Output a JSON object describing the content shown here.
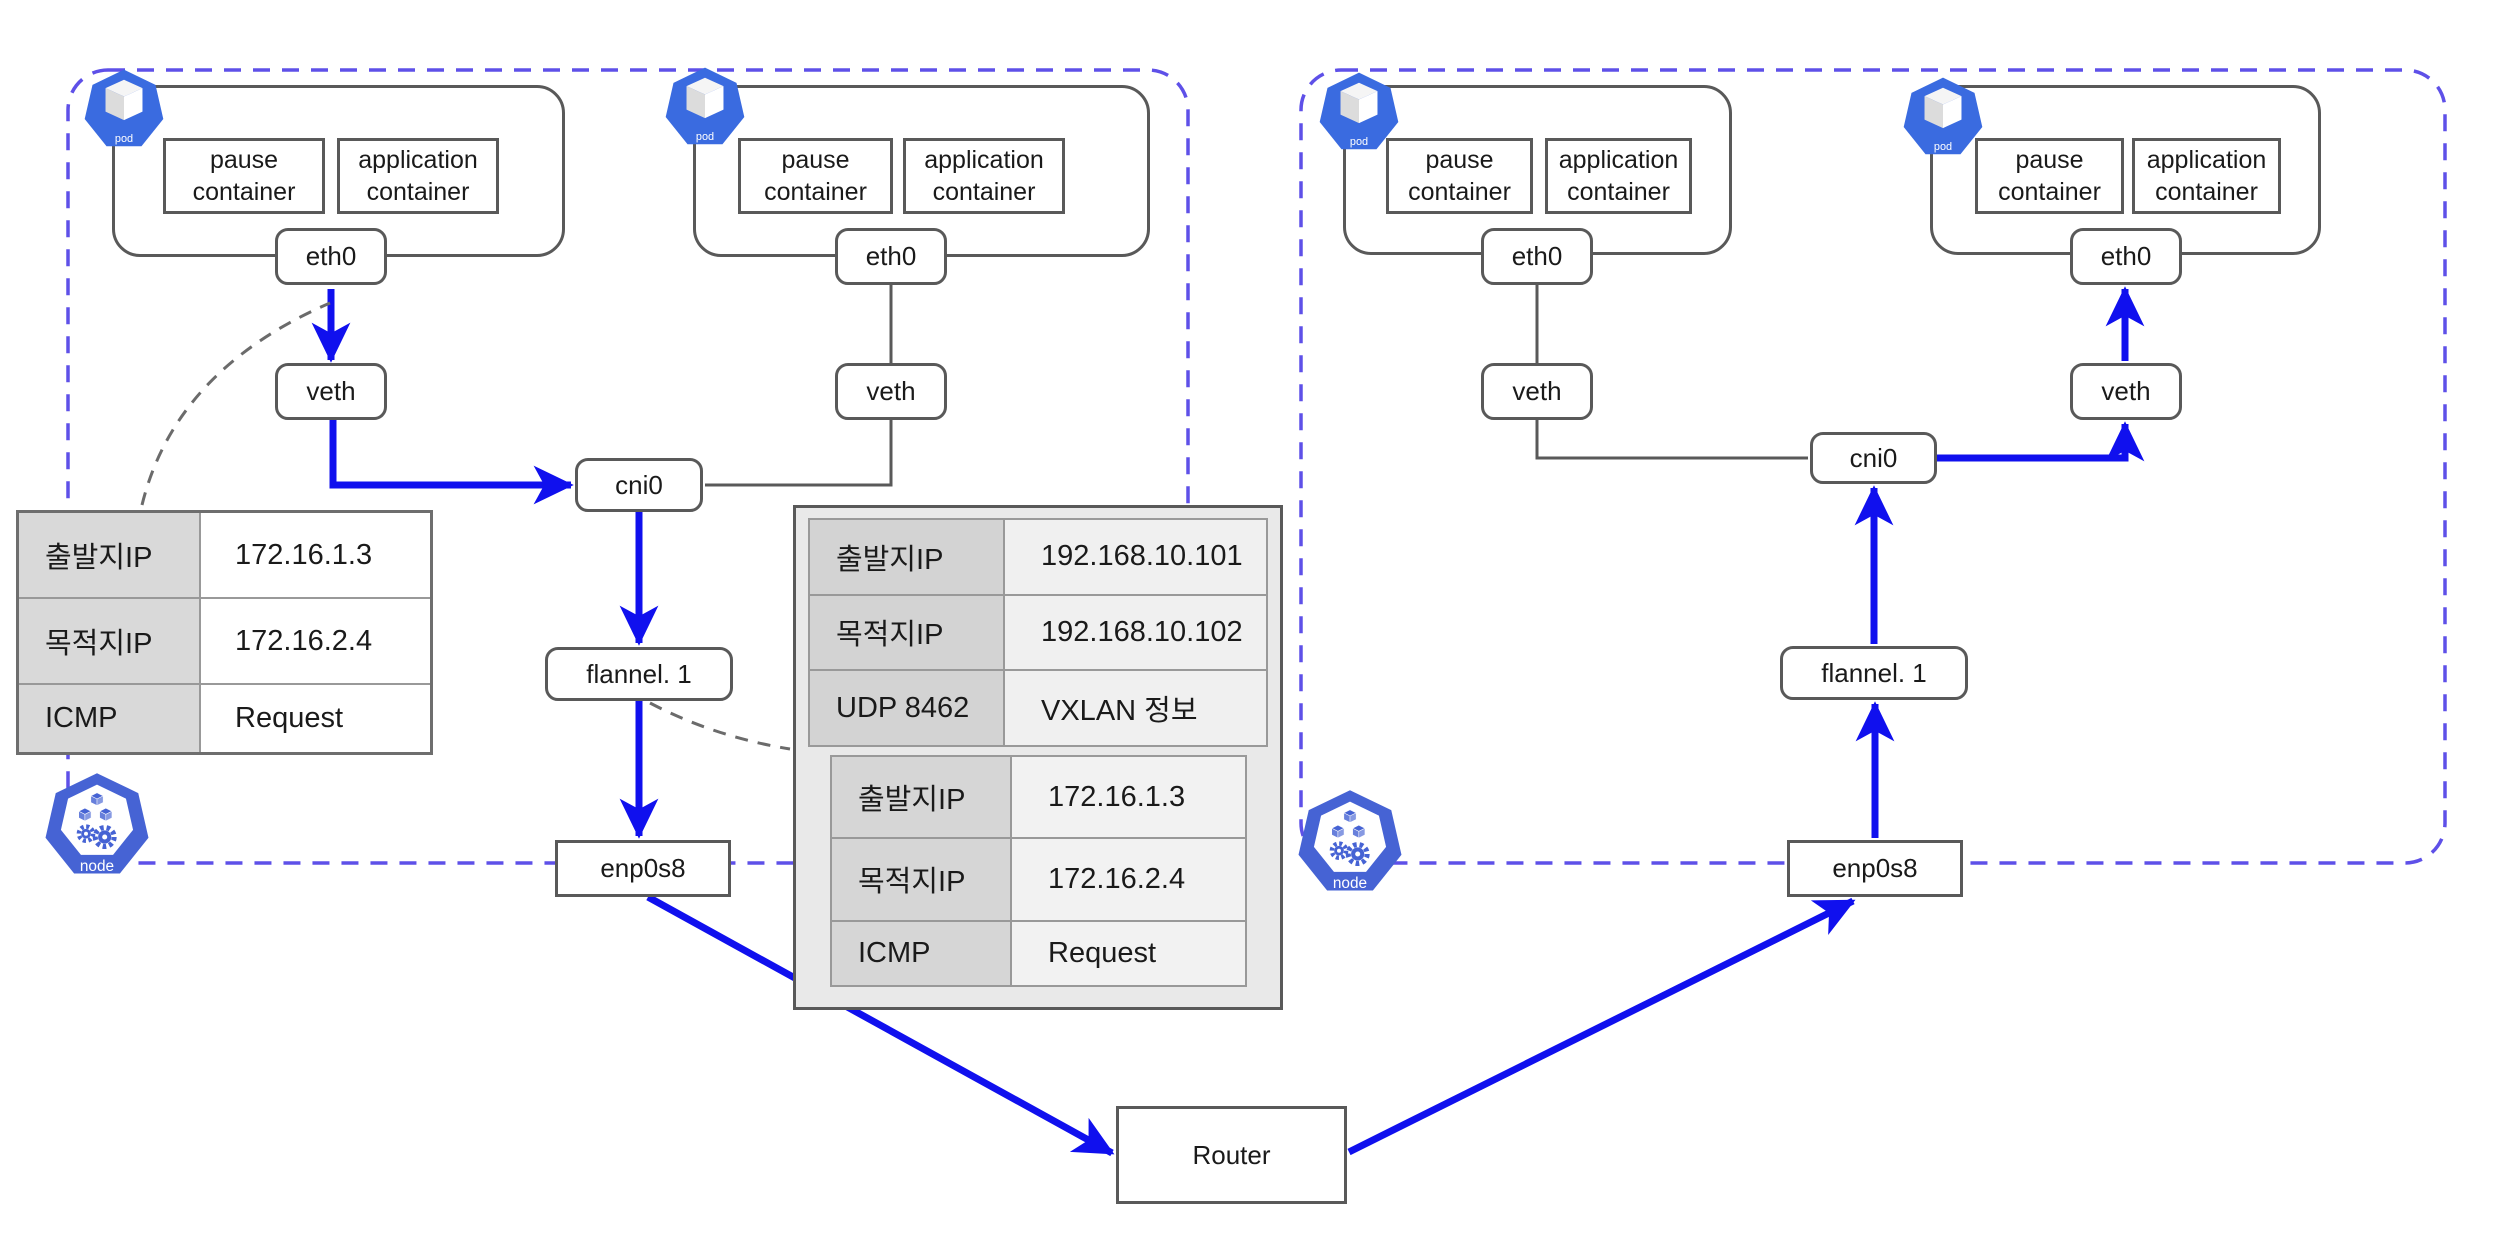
{
  "labels": {
    "pod": "pod",
    "node": "node",
    "pause_container": "pause container",
    "application_container": "application container",
    "eth0": "eth0",
    "veth": "veth",
    "cni0": "cni0",
    "flannel": "flannel. 1",
    "enp0s8": "enp0s8",
    "router": "Router"
  },
  "tables": {
    "pod_packet": {
      "rows": [
        {
          "key": "출발지IP",
          "value": "172.16.1.3"
        },
        {
          "key": "목적지IP",
          "value": "172.16.2.4"
        },
        {
          "key": "ICMP",
          "value": "Request"
        }
      ]
    },
    "vxlan_packet": {
      "outer_rows": [
        {
          "key": "출발지IP",
          "value": "192.168.10.101"
        },
        {
          "key": "목적지IP",
          "value": "192.168.10.102"
        },
        {
          "key": "UDP 8462",
          "value": "VXLAN 정보"
        }
      ],
      "inner_rows": [
        {
          "key": "출발지IP",
          "value": "172.16.1.3"
        },
        {
          "key": "목적지IP",
          "value": "172.16.2.4"
        },
        {
          "key": "ICMP",
          "value": "Request"
        }
      ]
    }
  },
  "colors": {
    "arrow_blue": "#1010ee",
    "node_border_purple": "#5e50e8",
    "pod_icon_blue": "#3a6be0",
    "node_icon_blue": "#4663d4",
    "box_border_gray": "#595959",
    "table_header_gray": "#d9d9d9",
    "packet_box_gray": "#e9e9e9"
  }
}
